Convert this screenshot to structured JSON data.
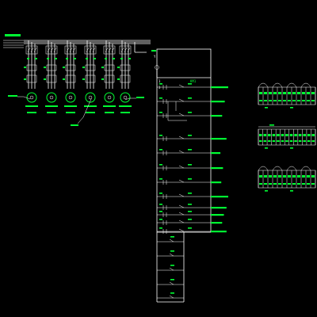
{
  "colors": {
    "background": "#000000",
    "wire": "#ffffff",
    "label": "#00ff33"
  },
  "marks": {
    "transformer_mark": "Y",
    "control_top_mark": "1",
    "control_bottom_mark": "3",
    "contactor_tag": "KM1"
  },
  "motor_branch_count": 6,
  "ladder_rung_count": 12,
  "terminal_block_count": 3
}
